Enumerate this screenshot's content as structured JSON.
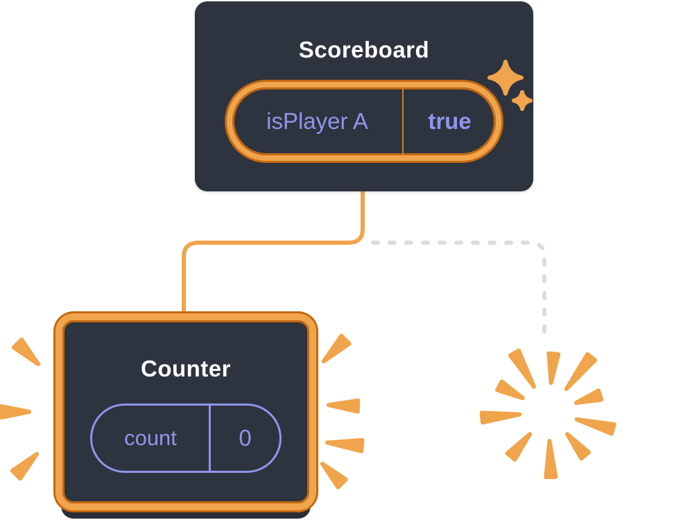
{
  "diagram": {
    "title": "React component state preservation diagram",
    "scoreboard": {
      "title": "Scoreboard",
      "state_label": "isPlayer A",
      "state_value": "true"
    },
    "counter": {
      "title": "Counter",
      "state_label": "count",
      "state_value": "0"
    },
    "icons": {
      "sparkle": "sparkle-icon",
      "poof": "poof-burst-icon",
      "emphasis": "emphasis-rays-icon"
    },
    "colors": {
      "box_bg": "#2E3340",
      "title_text": "#FFFFFF",
      "orange": "#F0A44B",
      "orange_dark": "#C2690F",
      "orange_divider": "#C9832E",
      "purple": "#8D96E8",
      "dashed_line": "#DCDCDC"
    }
  }
}
